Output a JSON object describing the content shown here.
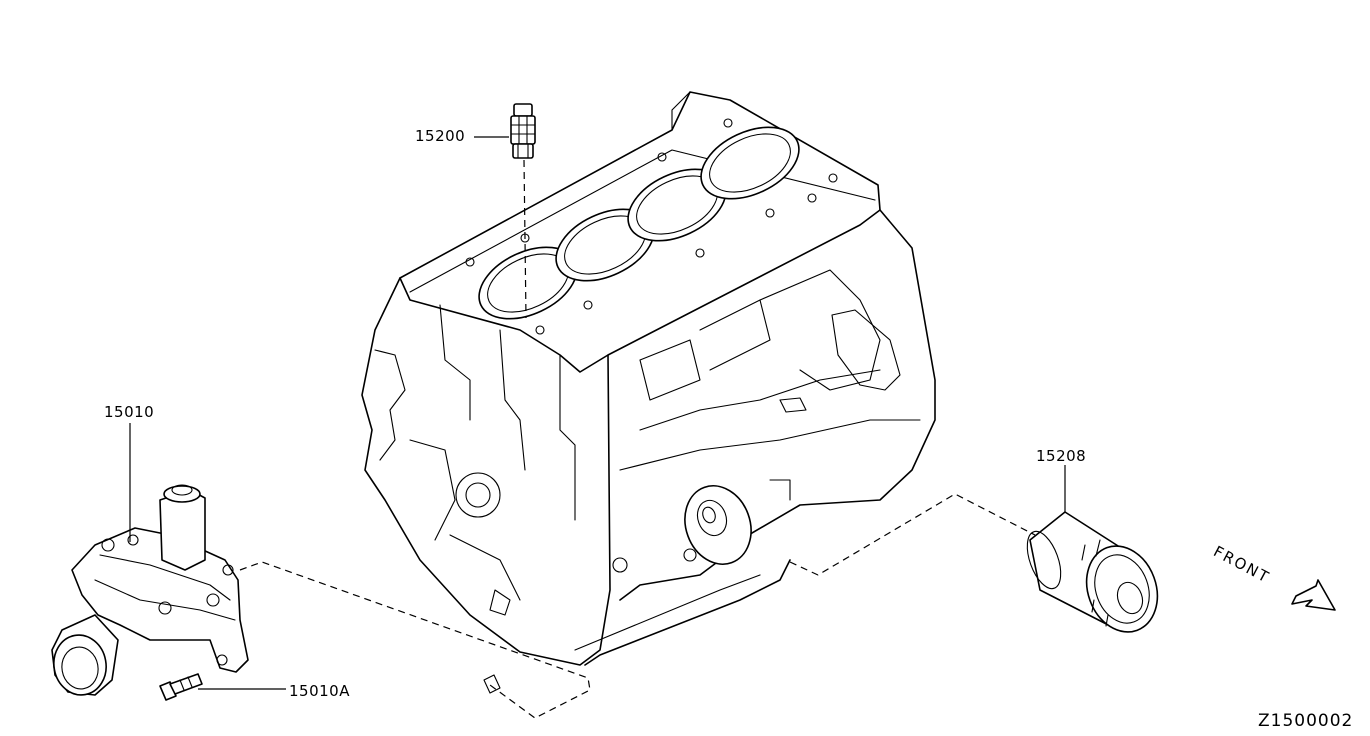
{
  "parts": {
    "oil_strainer": "15200",
    "oil_pump": "15010",
    "oil_pump_bolt": "15010A",
    "oil_filter": "15208"
  },
  "orientation_label": "FRONT",
  "diagram_id": "Z1500002",
  "colors": {
    "line": "#000000",
    "background": "#ffffff"
  }
}
